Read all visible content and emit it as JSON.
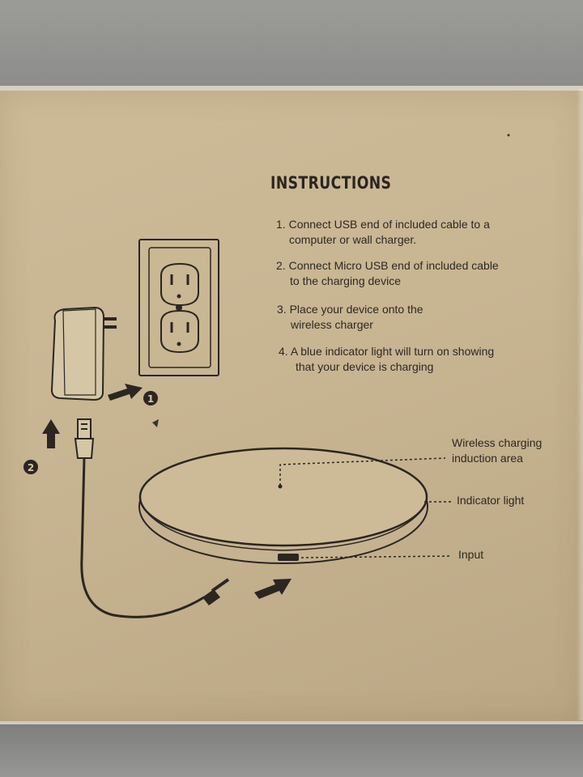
{
  "title": "INSTRUCTIONS",
  "steps": [
    {
      "number": "1.",
      "line1": "Connect USB end of included cable to a",
      "line2": "computer or wall charger."
    },
    {
      "number": "2.",
      "line1": "Connect Micro USB end of included cable",
      "line2": "to the charging device"
    },
    {
      "number": "3.",
      "line1": "Place your device onto the",
      "line2": "wireless charger"
    },
    {
      "number": "4.",
      "line1": "A blue indicator light will turn on showing",
      "line2": "that your device is charging"
    }
  ],
  "callouts": {
    "induction_line1": "Wireless charging",
    "induction_line2": "induction area",
    "indicator": "Indicator light",
    "input": "Input"
  },
  "markers": {
    "one": "1",
    "two": "2"
  },
  "colors": {
    "cardboard": "#c8b592",
    "ink": "#2c2824",
    "carpet": "#8f8f8d"
  }
}
